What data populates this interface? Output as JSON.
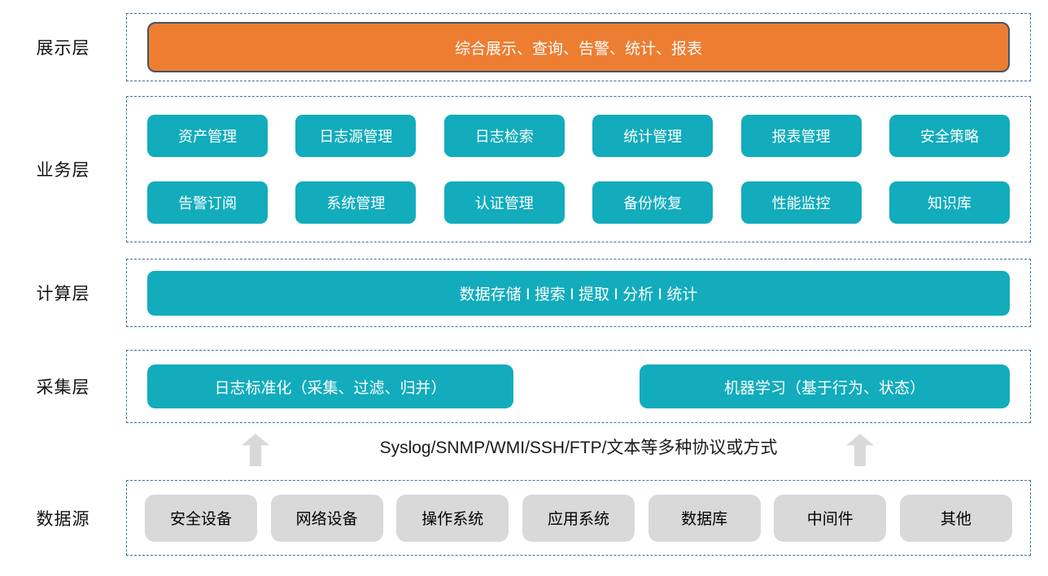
{
  "colors": {
    "orange_fill": "#ED7D31",
    "orange_border": "#44546A",
    "teal_fill": "#12ACBC",
    "gray_fill": "#D9D9D9",
    "dashed_border": "#41719C",
    "text_white": "#FFFFFF",
    "text_black": "#111111"
  },
  "layers": {
    "presentation": {
      "label": "展示层",
      "box": "综合展示、查询、告警、统计、报表"
    },
    "business": {
      "label": "业务层",
      "row1": [
        "资产管理",
        "日志源管理",
        "日志检索",
        "统计管理",
        "报表管理",
        "安全策略"
      ],
      "row2": [
        "告警订阅",
        "系统管理",
        "认证管理",
        "备份恢复",
        "性能监控",
        "知识库"
      ]
    },
    "computing": {
      "label": "计算层",
      "box": "数据存储 Ⅰ 搜索 Ⅰ 提取 Ⅰ 分析 Ⅰ 统计"
    },
    "collection": {
      "label": "采集层",
      "left_box": "日志标准化（采集、过滤、归并）",
      "right_box": "机器学习（基于行为、状态）"
    },
    "transport": {
      "text": "Syslog/SNMP/WMI/SSH/FTP/文本等多种协议或方式",
      "arrow_icon": "up-arrow-icon"
    },
    "datasource": {
      "label": "数据源",
      "boxes": [
        "安全设备",
        "网络设备",
        "操作系统",
        "应用系统",
        "数据库",
        "中间件",
        "其他"
      ]
    }
  }
}
